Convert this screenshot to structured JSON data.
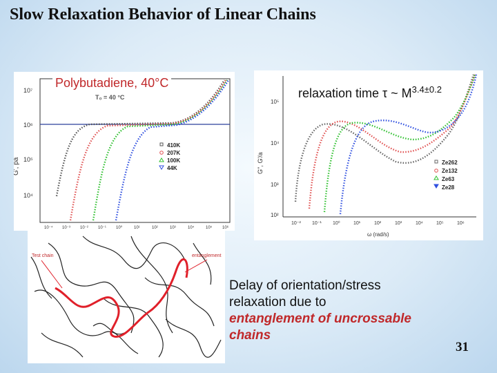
{
  "slide": {
    "title": "Slow Relaxation Behavior of Linear Chains",
    "page_number": "31"
  },
  "left_chart": {
    "caption": "Polybutadiene, 40°C",
    "ylabel": "G', pa",
    "subtitle": "T₀ = 40 °C",
    "y_ticks": [
      "10⁷",
      "10⁶",
      "10⁵",
      "10⁴"
    ],
    "x_ticks": [
      "10⁻⁴",
      "10⁻³",
      "10⁻²",
      "10⁻¹",
      "10⁰",
      "10¹",
      "10²",
      "10³",
      "10⁴",
      "10⁵",
      "10⁶"
    ],
    "legend": [
      "410K",
      "207K",
      "100K",
      "44K"
    ],
    "colors": [
      "#555555",
      "#e05050",
      "#30c030",
      "#3050e0"
    ]
  },
  "right_chart": {
    "caption": "relaxation time τ ~ M",
    "exponent": "3.4±0.2",
    "ylabel": "G'', G'/a",
    "xlabel": "ω (rad/s)",
    "y_ticks": [
      "10⁵",
      "10⁴",
      "10³",
      "10²"
    ],
    "x_ticks": [
      "10⁻²",
      "10⁻¹",
      "10⁰",
      "10¹",
      "10²",
      "10³",
      "10⁴",
      "10⁵",
      "10⁶"
    ],
    "legend": [
      "Ze262",
      "Ze132",
      "Ze63",
      "Ze28"
    ],
    "colors": [
      "#666666",
      "#e05050",
      "#30c030",
      "#3050e0"
    ]
  },
  "diagram": {
    "label_test_chain": "Test chain",
    "label_entanglement": "entanglement"
  },
  "text": {
    "delay_line1": "Delay of orientation/stress",
    "delay_line2": "relaxation due to",
    "delay_em1": "entanglement of uncrossable",
    "delay_em2": "chains"
  }
}
